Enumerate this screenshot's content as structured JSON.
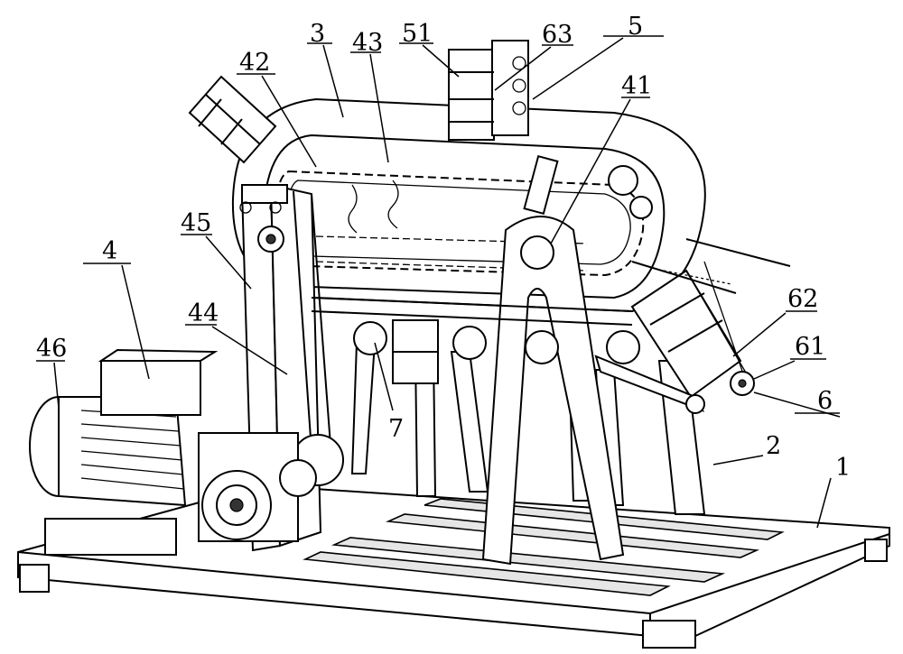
{
  "labels": {
    "l1": "1",
    "l2": "2",
    "l3": "3",
    "l4": "4",
    "l5": "5",
    "l6": "6",
    "l7": "7",
    "l41": "41",
    "l42": "42",
    "l43": "43",
    "l44": "44",
    "l45": "45",
    "l46": "46",
    "l51": "51",
    "l61": "61",
    "l62": "62",
    "l63": "63"
  }
}
